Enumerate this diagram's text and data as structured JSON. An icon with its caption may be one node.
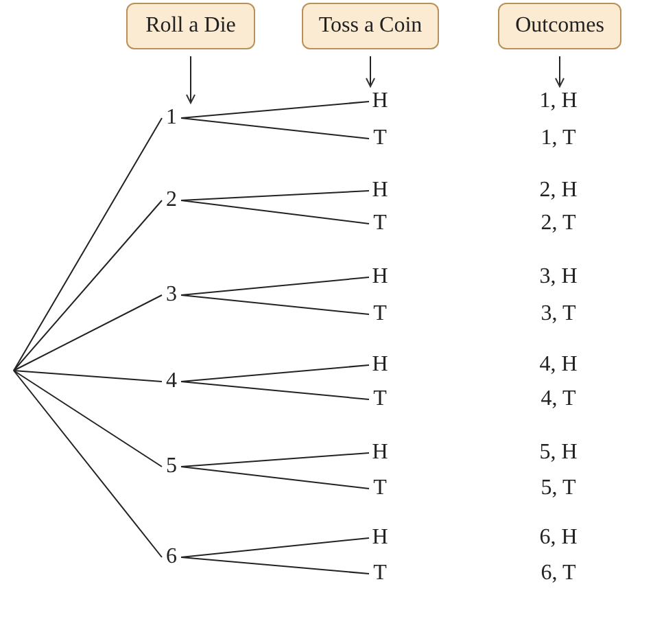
{
  "diagram": {
    "nodes": [
      {
        "text": [
          "Roll a Die"
        ]
      },
      {
        "text": [
          "Toss a Coin"
        ]
      },
      {
        "text": [
          "Outcomes"
        ]
      },
      {
        "text": [
          "1"
        ]
      },
      {
        "text": [
          "H"
        ]
      },
      {
        "text": [
          "T"
        ]
      },
      {
        "text": [
          "2"
        ]
      },
      {
        "text": [
          "H"
        ]
      },
      {
        "text": [
          "T"
        ]
      },
      {
        "text": [
          "3"
        ]
      },
      {
        "text": [
          "H"
        ]
      },
      {
        "text": [
          "T"
        ]
      },
      {
        "text": [
          "4"
        ]
      },
      {
        "text": [
          "H"
        ]
      },
      {
        "text": [
          "T"
        ]
      },
      {
        "text": [
          "5"
        ]
      },
      {
        "text": [
          "H"
        ]
      },
      {
        "text": [
          "T"
        ]
      },
      {
        "text": [
          "6"
        ]
      },
      {
        "text": [
          "H"
        ]
      },
      {
        "text": [
          "T"
        ]
      },
      {
        "text": [
          "1, H"
        ]
      },
      {
        "text": [
          "1, T"
        ]
      },
      {
        "text": [
          "2, H"
        ]
      },
      {
        "text": [
          "2, T"
        ]
      },
      {
        "text": [
          "3, H"
        ]
      },
      {
        "text": [
          "3, T"
        ]
      },
      {
        "text": [
          "4, H"
        ]
      },
      {
        "text": [
          "4, T"
        ]
      },
      {
        "text": [
          "5, H"
        ]
      },
      {
        "text": [
          "5, T"
        ]
      },
      {
        "text": [
          "6, H"
        ]
      },
      {
        "text": [
          "6, T"
        ]
      }
    ],
    "edges": [
      {
        "from": 0,
        "to": 3,
        "arrow": "to"
      },
      {
        "from": 1,
        "to": 4,
        "arrow": "to"
      },
      {
        "from": 2,
        "to": 21,
        "arrow": "to"
      },
      {
        "from": null,
        "to": 3,
        "arrow": "none"
      },
      {
        "from": null,
        "to": 6,
        "arrow": "none"
      },
      {
        "from": null,
        "to": 9,
        "arrow": "none"
      },
      {
        "from": null,
        "to": 12,
        "arrow": "none"
      },
      {
        "from": null,
        "to": 15,
        "arrow": "none"
      },
      {
        "from": null,
        "to": 18,
        "arrow": "none"
      },
      {
        "from": 3,
        "to": 4,
        "arrow": "none"
      },
      {
        "from": 3,
        "to": 5,
        "arrow": "none"
      },
      {
        "from": 6,
        "to": 7,
        "arrow": "none"
      },
      {
        "from": 6,
        "to": 8,
        "arrow": "none"
      },
      {
        "from": 9,
        "to": 10,
        "arrow": "none"
      },
      {
        "from": 9,
        "to": 11,
        "arrow": "none"
      },
      {
        "from": 12,
        "to": 13,
        "arrow": "none"
      },
      {
        "from": 12,
        "to": 14,
        "arrow": "none"
      },
      {
        "from": 15,
        "to": 16,
        "arrow": "none"
      },
      {
        "from": 15,
        "to": 17,
        "arrow": "none"
      },
      {
        "from": 18,
        "to": 19,
        "arrow": "none"
      },
      {
        "from": 18,
        "to": 20,
        "arrow": "none"
      }
    ]
  }
}
